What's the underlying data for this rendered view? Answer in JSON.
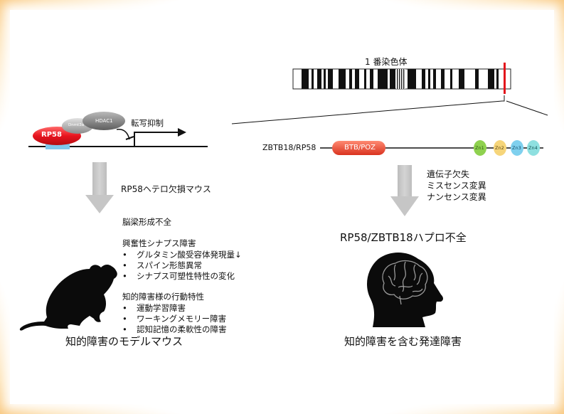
{
  "chromosome": {
    "label": "1 番染色体"
  },
  "promoter": {
    "rp58_label": "RP58",
    "dnmt_label": "Dnmt3a",
    "hdac_label": "HDAC1",
    "repression_label": "転写抑制"
  },
  "gene": {
    "name": "ZBTB18/RP58",
    "btb_label": "BTB/POZ",
    "zinc_fingers": [
      "Zn1",
      "Zn2",
      "Zn3",
      "Zn4"
    ]
  },
  "left": {
    "arrow_label": "RP58ヘテロ欠損マウス",
    "phenotype_title": "脳梁形成不全",
    "group1": {
      "title": "興奮性シナプス障害",
      "items": [
        "グルタミン酸受容体発現量↓",
        "スパイン形態異常",
        "シナプス可塑性特性の変化"
      ]
    },
    "group2": {
      "title": "知的障害様の行動特性",
      "items": [
        "運動学習障害",
        "ワーキングメモリー障害",
        "認知記憶の柔軟性の障害"
      ]
    },
    "bullet": "•",
    "caption": "知的障害のモデルマウス"
  },
  "right": {
    "mutation_lines": [
      "遺伝子欠失",
      "ミスセンス変異",
      "ナンセンス変異"
    ],
    "condition": "RP58/ZBTB18ハプロ不全",
    "caption": "知的障害を含む発達障害"
  },
  "colors": {
    "rp58": "#e8141e",
    "btb": "#e8412e",
    "zn1": "#8fd14f",
    "zn2": "#f6d57a",
    "zn3": "#7fd0ee",
    "zn4": "#8ee0e0",
    "arrow": "#c8c8c8",
    "chrom_marker": "#e3121b"
  }
}
